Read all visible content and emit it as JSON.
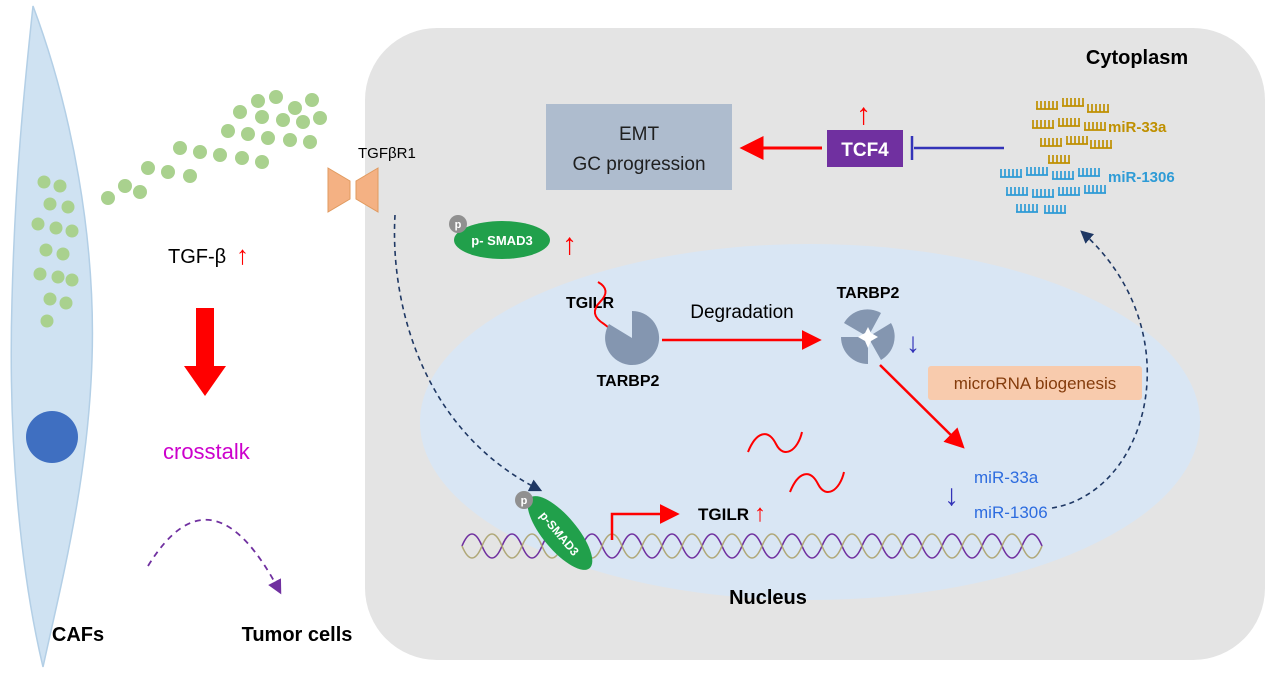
{
  "left": {
    "cafs": "CAFs",
    "tumor_cells": "Tumor cells",
    "tgf_beta": "TGF-β",
    "crosstalk": "crosstalk"
  },
  "membrane": {
    "receptor": "TGFβR1",
    "p_smad3": "p- SMAD3",
    "phospho": "p"
  },
  "cytoplasm": {
    "label": "Cytoplasm",
    "emt_line1": "EMT",
    "emt_line2": "GC progression",
    "tcf4": "TCF4",
    "mir33a": "miR-33a",
    "mir1306": "miR-1306",
    "tgilr": "TGILR",
    "tarbp2": "TARBP2",
    "degradation": "Degradation",
    "biogenesis": "microRNA biogenesis"
  },
  "nucleus": {
    "label": "Nucleus",
    "p_smad3": "p-SMAD3",
    "phospho": "p",
    "tgilr": "TGILR"
  },
  "glyphs": {
    "up": "↑",
    "down": "↓"
  },
  "colors": {
    "red": "#ff0000",
    "navy": "#1f3864",
    "inhibit_blue": "#3333b8",
    "magenta": "#cc00cc",
    "purple": "#7030a0",
    "smad_green": "#21a04b",
    "receptor_peach": "#f4b183",
    "receptor_edge": "#e09a5f",
    "emt_box": "#aebcce",
    "emt_text": "#1f1f1f",
    "tcf4_purple": "#7030a0",
    "biogenesis_bg": "#f8cbad",
    "biogenesis_text": "#843c0c",
    "tarbp2_gray": "#8496b0",
    "mir_gold": "#bf9000",
    "mir_cyan": "#2e9bd6",
    "mir_blue": "#2d6cdf",
    "cytoplasm_bg": "#e4e4e4",
    "nucleus_bg": "#d9e6f4",
    "caf_fill": "#cfe2f2",
    "caf_edge": "#b3cfe6",
    "caf_nucleus": "#3f6fc1",
    "tgf_dot": "#a9d18e",
    "dna_purple": "#7030a0",
    "dna_tan": "#b0a878",
    "text_black": "#000000",
    "white": "#ffffff",
    "p_badge": "#909090"
  }
}
